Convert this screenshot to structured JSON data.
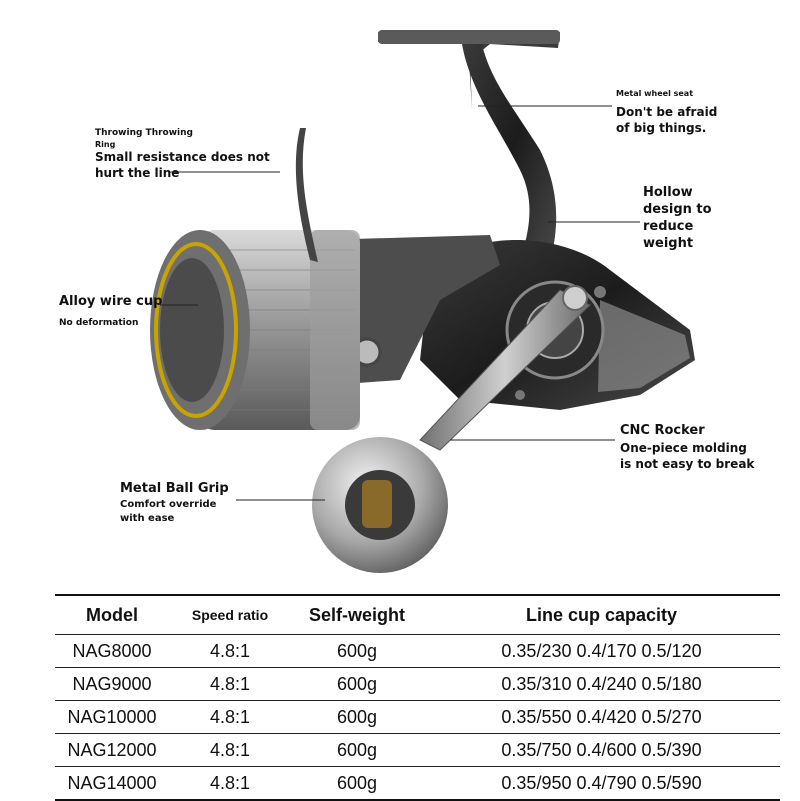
{
  "callouts": {
    "wheel_seat": {
      "title": "Metal wheel seat",
      "desc_1": "Don't be afraid",
      "desc_2": "of big things."
    },
    "throwing_ring": {
      "title_1": "Throwing Throwing",
      "title_2": "Ring",
      "desc_1": "Small resistance does not",
      "desc_2": "hurt the line"
    },
    "hollow": {
      "l1": "Hollow",
      "l2": "design to",
      "l3": "reduce",
      "l4": "weight"
    },
    "wire_cup": {
      "title": "Alloy wire cup",
      "desc": "No deformation"
    },
    "cnc": {
      "title": "CNC Rocker",
      "desc_1": "One-piece molding",
      "desc_2": "is not easy to break"
    },
    "ball_grip": {
      "title": "Metal Ball Grip",
      "desc_1": "Comfort override",
      "desc_2": "with ease"
    }
  },
  "table": {
    "headers": [
      "Model",
      "Speed ratio",
      "Self-weight",
      "Line cup capacity"
    ],
    "rows": [
      [
        "NAG8000",
        "4.8:1",
        "600g",
        "0.35/230 0.4/170 0.5/120"
      ],
      [
        "NAG9000",
        "4.8:1",
        "600g",
        "0.35/310 0.4/240 0.5/180"
      ],
      [
        "NAG10000",
        "4.8:1",
        "600g",
        "0.35/550 0.4/420 0.5/270"
      ],
      [
        "NAG12000",
        "4.8:1",
        "600g",
        "0.35/750 0.4/600 0.5/390"
      ],
      [
        "NAG14000",
        "4.8:1",
        "600g",
        "0.35/950 0.4/790 0.5/590"
      ]
    ]
  }
}
